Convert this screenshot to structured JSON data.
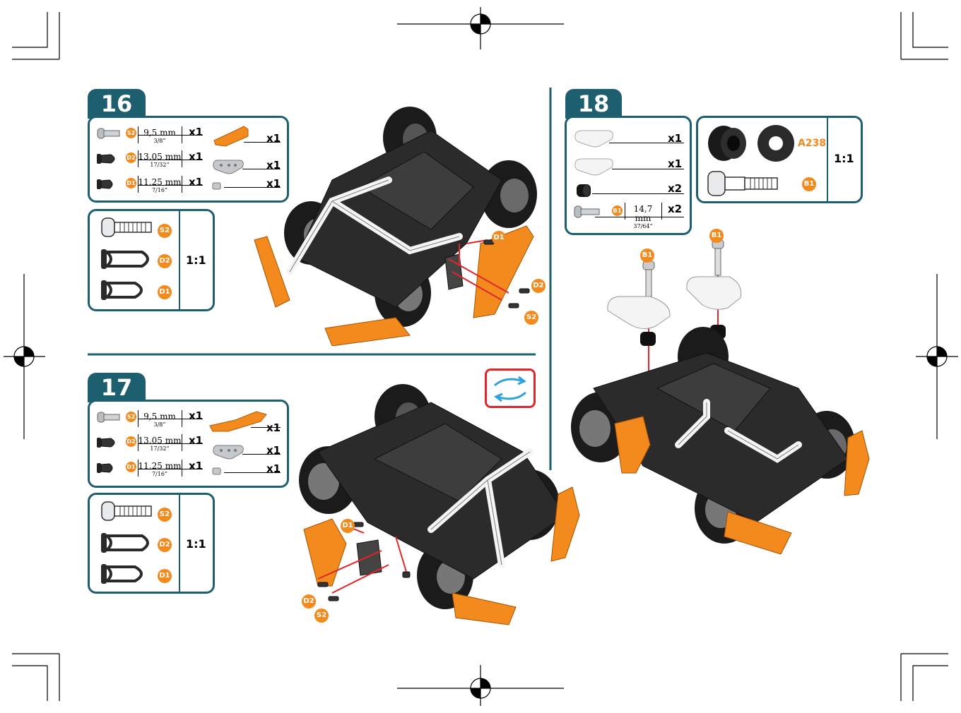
{
  "steps": [
    {
      "number": "16",
      "parts": [
        {
          "code": "S2",
          "size_mm": "9,5 mm",
          "size_in": "3/8”",
          "qty": "x1"
        },
        {
          "code": "D2",
          "size_mm": "13,05 mm",
          "size_in": "17/32”",
          "qty": "x1"
        },
        {
          "code": "D1",
          "size_mm": "11,25 mm",
          "size_in": "7/16”",
          "qty": "x1"
        }
      ],
      "plates": [
        {
          "qty": "x1"
        },
        {
          "qty": "x1"
        },
        {
          "qty": "x1"
        }
      ],
      "scale": {
        "codes": [
          "S2",
          "D2",
          "D1"
        ],
        "ratio": "1:1"
      },
      "callouts": [
        "D1",
        "D2",
        "S2"
      ]
    },
    {
      "number": "17",
      "parts": [
        {
          "code": "S2",
          "size_mm": "9,5 mm",
          "size_in": "3/8”",
          "qty": "x1"
        },
        {
          "code": "D2",
          "size_mm": "13,05 mm",
          "size_in": "17/32”",
          "qty": "x1"
        },
        {
          "code": "D1",
          "size_mm": "11,25 mm",
          "size_in": "7/16”",
          "qty": "x1"
        }
      ],
      "plates": [
        {
          "qty": "x1"
        },
        {
          "qty": "x1"
        },
        {
          "qty": "x1"
        }
      ],
      "scale": {
        "codes": [
          "S2",
          "D2",
          "D1"
        ],
        "ratio": "1:1"
      },
      "callouts": [
        "D1",
        "D2",
        "S2"
      ]
    },
    {
      "number": "18",
      "parts": [
        {
          "qty": "x1"
        },
        {
          "qty": "x1"
        },
        {
          "qty": "x2"
        },
        {
          "code": "B1",
          "size_mm": "14,7 mm",
          "size_in": "37/64”",
          "qty": "x2"
        }
      ],
      "scale": {
        "spacer_code": "A238",
        "bolt_code": "B1",
        "ratio": "1:1"
      },
      "callouts": [
        "B1",
        "B1"
      ]
    }
  ],
  "colors": {
    "frame": "#1d5f6e",
    "accent": "#f28a1d",
    "flip_border": "#e0262b",
    "flip_arrow": "#2ea3dc"
  },
  "icons": [
    "crop-mark-icon",
    "registration-target-icon",
    "flip-over-icon"
  ]
}
